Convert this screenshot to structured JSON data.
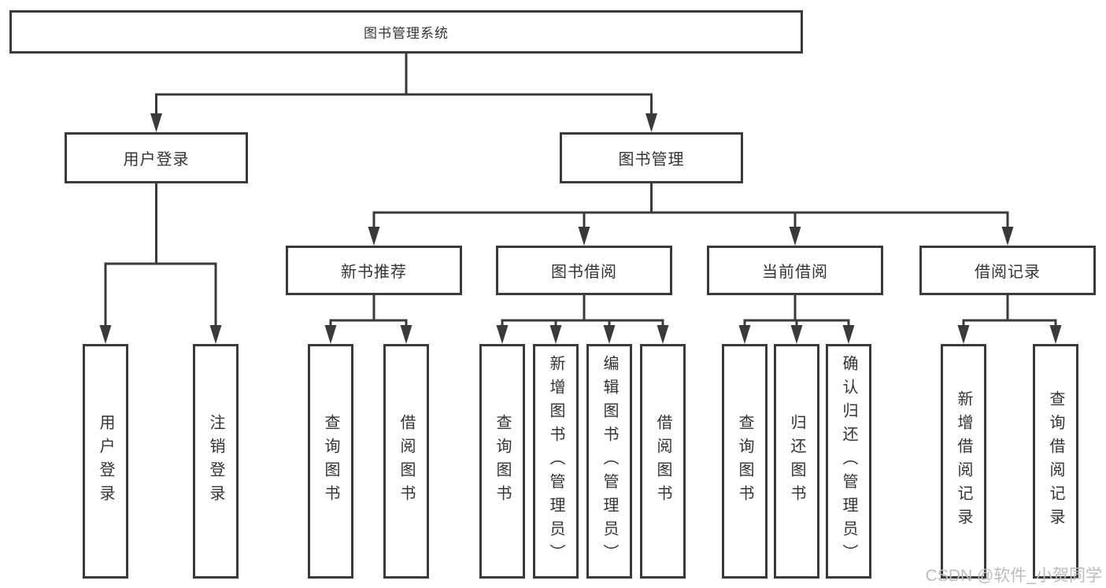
{
  "diagram": {
    "root": {
      "label": "图书管理系统",
      "children": [
        {
          "label": "用户登录",
          "children": [
            {
              "label": "用户登录"
            },
            {
              "label": "注销登录"
            }
          ]
        },
        {
          "label": "图书管理",
          "children": [
            {
              "label": "新书推荐",
              "children": [
                {
                  "label": "查询图书"
                },
                {
                  "label": "借阅图书"
                }
              ]
            },
            {
              "label": "图书借阅",
              "children": [
                {
                  "label": "查询图书"
                },
                {
                  "label": "新增图书（管理员）"
                },
                {
                  "label": "编辑图书（管理员）"
                },
                {
                  "label": "借阅图书"
                }
              ]
            },
            {
              "label": "当前借阅",
              "children": [
                {
                  "label": "查询图书"
                },
                {
                  "label": "归还图书"
                },
                {
                  "label": "确认归还（管理员）"
                }
              ]
            },
            {
              "label": "借阅记录",
              "children": [
                {
                  "label": "新增借阅记录"
                },
                {
                  "label": "查询借阅记录"
                }
              ]
            }
          ]
        }
      ]
    }
  },
  "watermark": "CSDN @软件_小贺同学",
  "colors": {
    "line": "#3a3a3a",
    "text": "#333333",
    "watermark": "#bcbcbc",
    "background": "#ffffff"
  }
}
